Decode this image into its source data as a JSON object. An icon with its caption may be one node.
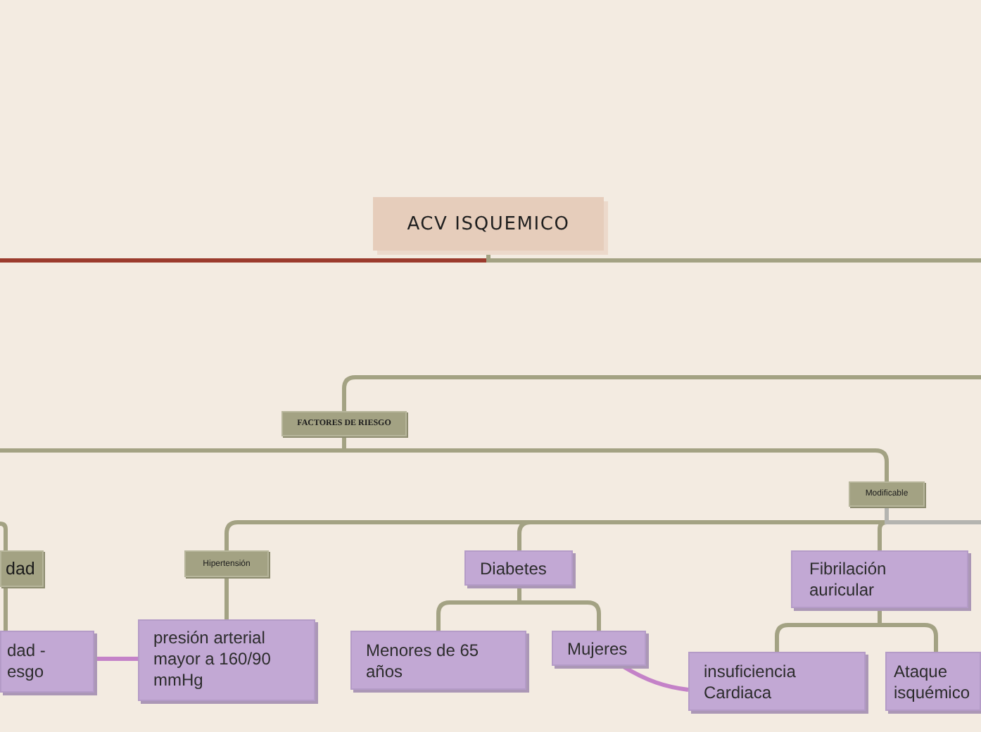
{
  "diagram": {
    "nodes": [
      {
        "text": [
          "ACV ISQUEMICO"
        ]
      },
      {
        "text": [
          "FACTORES DE RIESGO"
        ]
      },
      {
        "text": [
          "Modificable"
        ]
      },
      {
        "text": [
          "dad"
        ]
      },
      {
        "text": [
          "Hipertensión"
        ]
      },
      {
        "text": [
          "Diabetes"
        ]
      },
      {
        "text": [
          "Fibrilación auricular"
        ]
      },
      {
        "text": [
          "dad - esgo"
        ]
      },
      {
        "text": [
          "presión arterial mayor a 160/90 mmHg"
        ]
      },
      {
        "text": [
          "Menores de 65 años"
        ]
      },
      {
        "text": [
          "Mujeres"
        ]
      },
      {
        "text": [
          "insuficiencia Cardiaca"
        ]
      },
      {
        "text": [
          "Ataque isquémico"
        ]
      }
    ],
    "edges": [
      {
        "from": 0,
        "to": null,
        "arrow": "none",
        "color": "#9b3b2d"
      },
      {
        "from": 0,
        "to": null,
        "arrow": "none"
      },
      {
        "from": null,
        "to": 1,
        "arrow": "none"
      },
      {
        "from": 1,
        "to": null,
        "arrow": "none"
      },
      {
        "from": 1,
        "to": 2,
        "arrow": "none"
      },
      {
        "from": null,
        "to": 3,
        "arrow": "none"
      },
      {
        "from": 2,
        "to": 4,
        "arrow": "none"
      },
      {
        "from": 2,
        "to": 5,
        "arrow": "none"
      },
      {
        "from": 2,
        "to": 6,
        "arrow": "none"
      },
      {
        "from": 2,
        "to": null,
        "arrow": "none",
        "color": "#b4b4b0"
      },
      {
        "from": 3,
        "to": 7,
        "arrow": "none"
      },
      {
        "from": 4,
        "to": 8,
        "arrow": "none"
      },
      {
        "from": 7,
        "to": 8,
        "arrow": "none",
        "color": "#c482c8"
      },
      {
        "from": 5,
        "to": 9,
        "arrow": "none"
      },
      {
        "from": 5,
        "to": 10,
        "arrow": "none"
      },
      {
        "from": 6,
        "to": 11,
        "arrow": "none"
      },
      {
        "from": 6,
        "to": 12,
        "arrow": "none"
      },
      {
        "from": 10,
        "to": 11,
        "arrow": "none",
        "color": "#c482c8"
      }
    ]
  }
}
